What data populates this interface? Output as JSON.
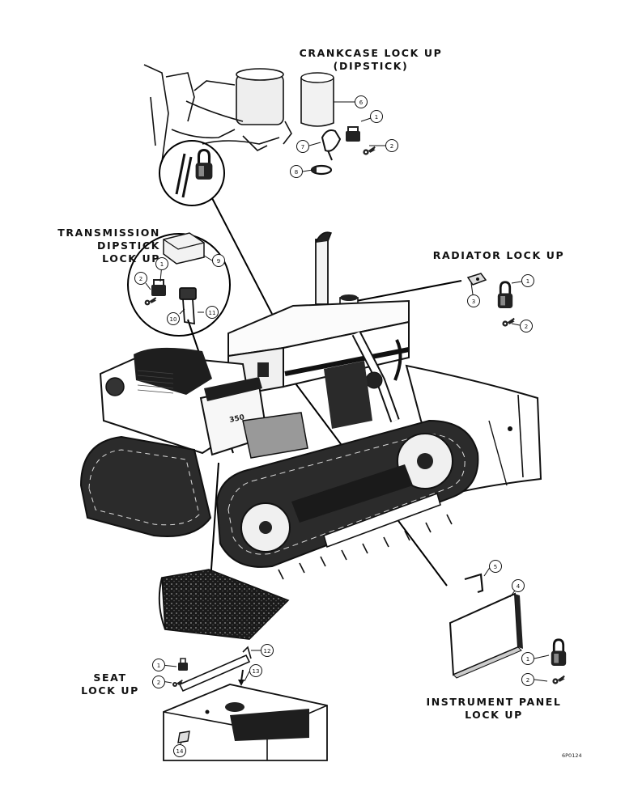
{
  "labels": {
    "crankcase_line1": "CRANKCASE LOCK UP",
    "crankcase_line2": "(DIPSTICK)",
    "transmission_line1": "TRANSMISSION",
    "transmission_line2": "DIPSTICK",
    "transmission_line3": "LOCK UP",
    "radiator": "RADIATOR LOCK UP",
    "seat_line1": "SEAT",
    "seat_line2": "LOCK UP",
    "instrument_line1": "INSTRUMENT PANEL",
    "instrument_line2": "LOCK UP",
    "code": "6P0124",
    "model_plate": "350"
  },
  "callouts": {
    "crankcase_cover": "6",
    "crankcase_padlock": "1",
    "crankcase_key": "2",
    "crankcase_hasp": "7",
    "crankcase_clamp": "8",
    "transmission_cover": "9",
    "transmission_padlock": "1",
    "transmission_key": "2",
    "transmission_hasp_a": "10",
    "transmission_hasp_b": "11",
    "radiator_cap_plate": "3",
    "radiator_padlock": "1",
    "radiator_key": "2",
    "instrument_bracket": "5",
    "instrument_cover": "4",
    "instrument_padlock": "1",
    "instrument_key": "2",
    "seat_padlock": "1",
    "seat_key": "2",
    "seat_bar": "12",
    "seat_pin": "13",
    "seat_hasp": "14"
  }
}
